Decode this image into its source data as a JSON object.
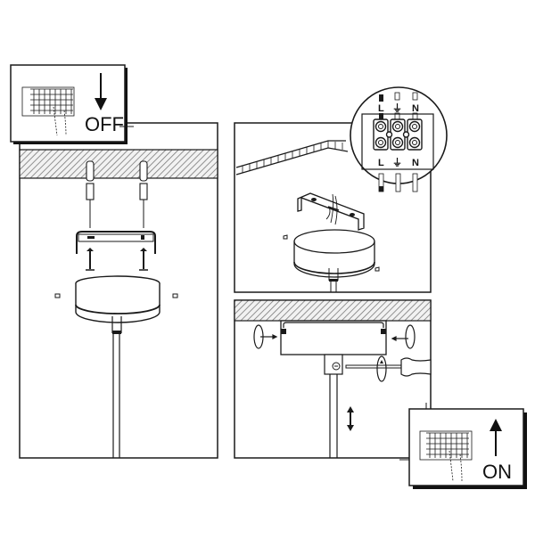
{
  "diagram": {
    "type": "installation-instructions",
    "subject": "ceiling pendant lamp mounting",
    "colors": {
      "line": "#1a1a1a",
      "hatch": "#8a8a8a",
      "background": "#ffffff",
      "shadow": "#111111"
    }
  },
  "steps": [
    {
      "id": "power-off",
      "label": "OFF",
      "arrow": "down",
      "description": "Switch off circuit breaker"
    },
    {
      "id": "mount-bracket",
      "parts": [
        "ceiling",
        "wall-plugs",
        "screws",
        "mounting-bracket",
        "canopy",
        "side-screws",
        "cord"
      ]
    },
    {
      "id": "wiring",
      "terminal_labels_top": [
        "L",
        "⏚",
        "N"
      ],
      "terminal_labels_bottom": [
        "L",
        "⏚",
        "N"
      ],
      "parts": [
        "ceiling-edge",
        "bracket",
        "wires",
        "canopy",
        "screws",
        "terminal-block-detail"
      ]
    },
    {
      "id": "fix-canopy-adjust",
      "parts": [
        "ceiling",
        "canopy",
        "side-screws",
        "cord-grip",
        "screwdriver",
        "height-adjust-arrow"
      ]
    },
    {
      "id": "power-on",
      "label": "ON",
      "arrow": "up",
      "description": "Switch on circuit breaker"
    }
  ]
}
